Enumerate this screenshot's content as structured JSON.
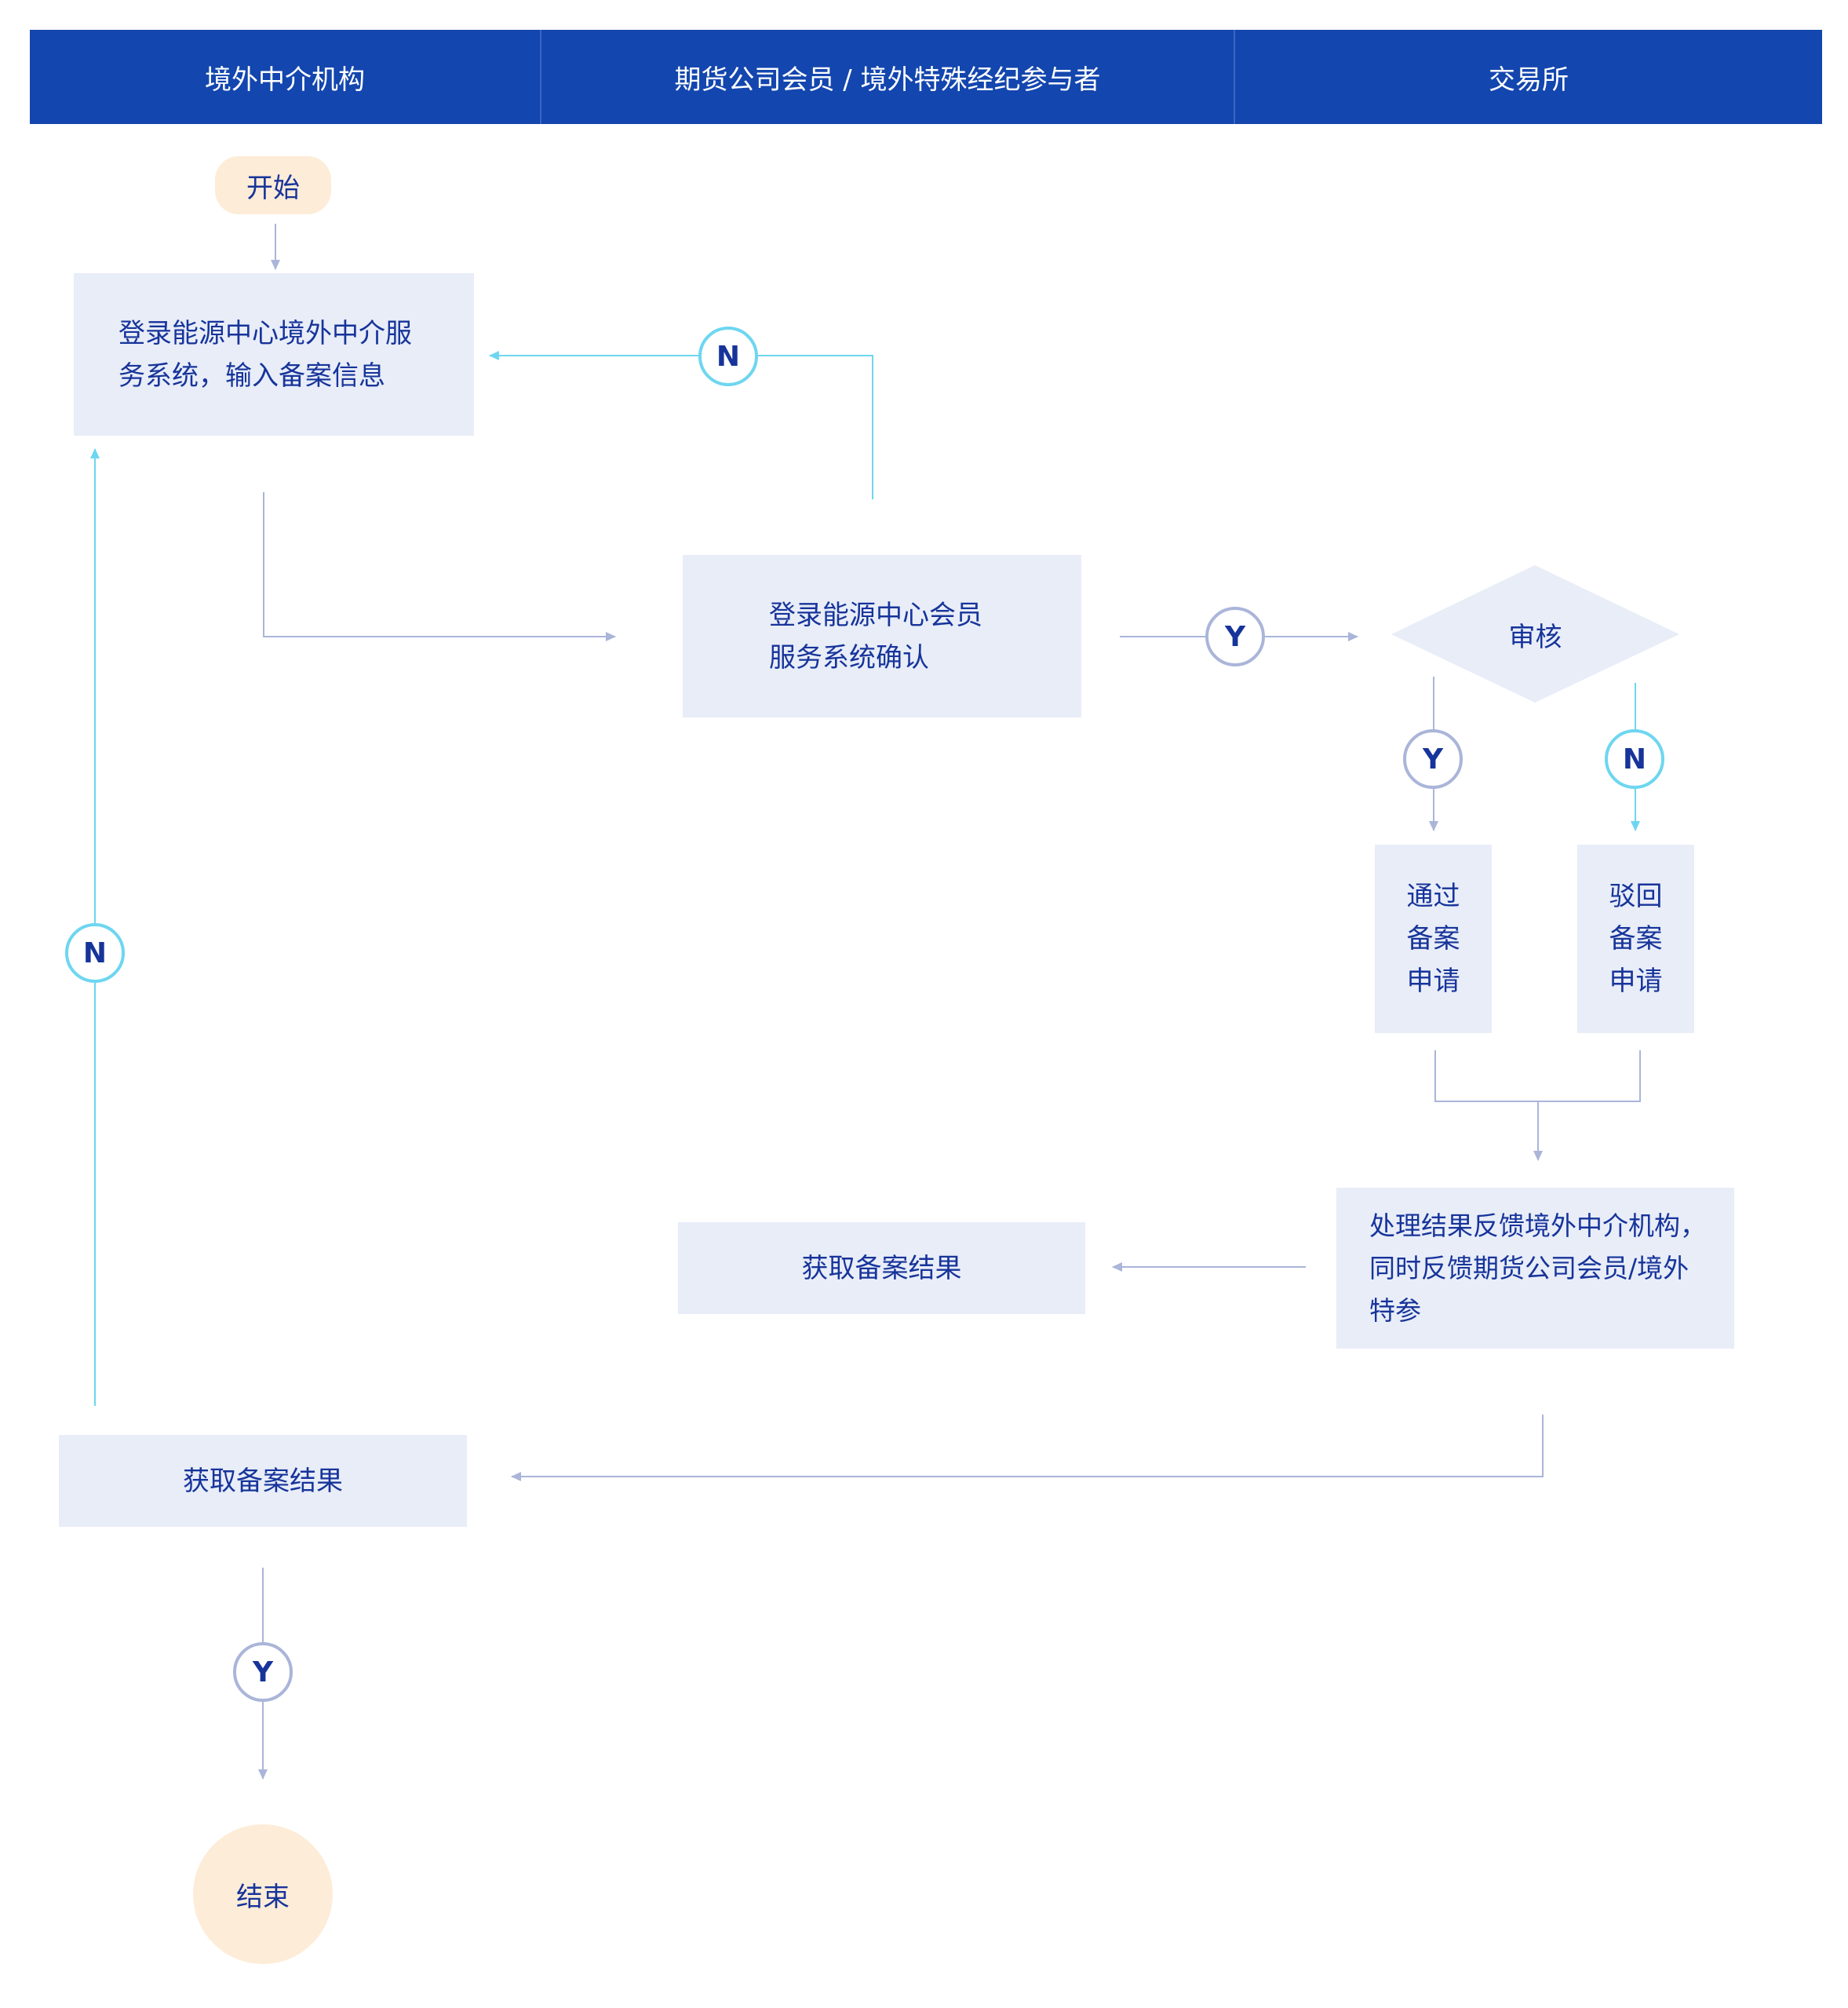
{
  "lanes": [
    "境外中介机构",
    "期货公司会员 / 境外特殊经纪参与者",
    "交易所"
  ],
  "nodes": {
    "start": "开始",
    "login_intermediary": "登录能源中心境外中介服务系统，输入备案信息",
    "login_intermediary_line1": "登录能源中心境外中介服",
    "login_intermediary_line2": "务系统，输入备案信息",
    "member_confirm_line1": "登录能源中心会员",
    "member_confirm_line2": "服务系统确认",
    "review": "审核",
    "approve_line1": "通过",
    "approve_line2": "备案",
    "approve_line3": "申请",
    "reject_line1": "驳回",
    "reject_line2": "备案",
    "reject_line3": "申请",
    "feedback_line1": "处理结果反馈境外中介机构，",
    "feedback_line2": "同时反馈期货公司会员/境外",
    "feedback_line3": "特参",
    "member_result": "获取备案结果",
    "intermediary_result": "获取备案结果",
    "end": "结束"
  },
  "badges": {
    "yes": "Y",
    "no": "N"
  },
  "colors": {
    "header_bg": "#1346ae",
    "box_bg": "#e8edf8",
    "terminal_bg": "#fdecd8",
    "text": "#17349a",
    "line_gray": "#aab5d9",
    "line_cyan": "#6ed6f0"
  }
}
